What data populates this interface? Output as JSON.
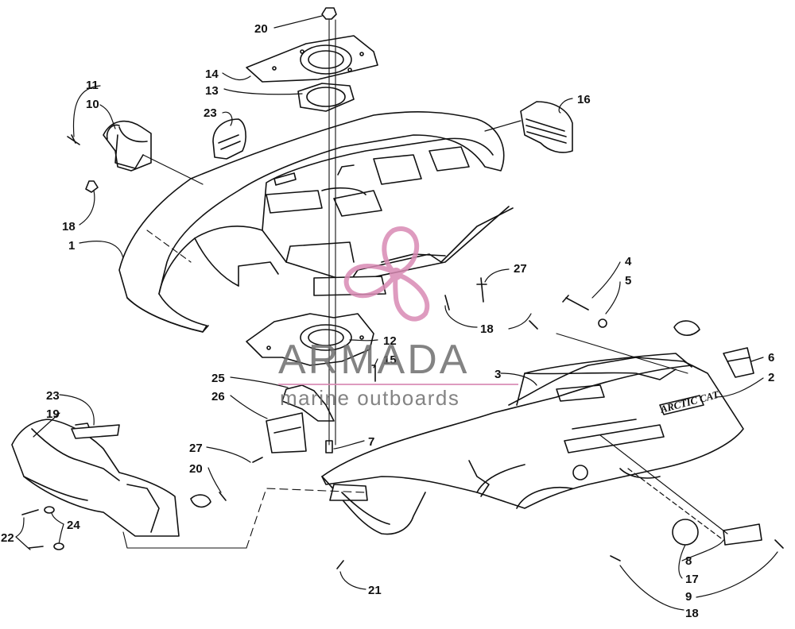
{
  "callouts": [
    "20",
    "14",
    "13",
    "23",
    "11",
    "10",
    "16",
    "18",
    "1",
    "27",
    "4",
    "5",
    "18",
    "12",
    "15",
    "3",
    "6",
    "2",
    "25",
    "26",
    "23",
    "19",
    "27",
    "20",
    "7",
    "22",
    "24",
    "21",
    "8",
    "17",
    "9",
    "18"
  ],
  "watermark": {
    "title": "ARMADA",
    "subtitle": "marine outboards",
    "title_color": "#7a7a7a",
    "accent_color": "#d98ab4"
  },
  "logo_text": "ARCTIC CAT"
}
